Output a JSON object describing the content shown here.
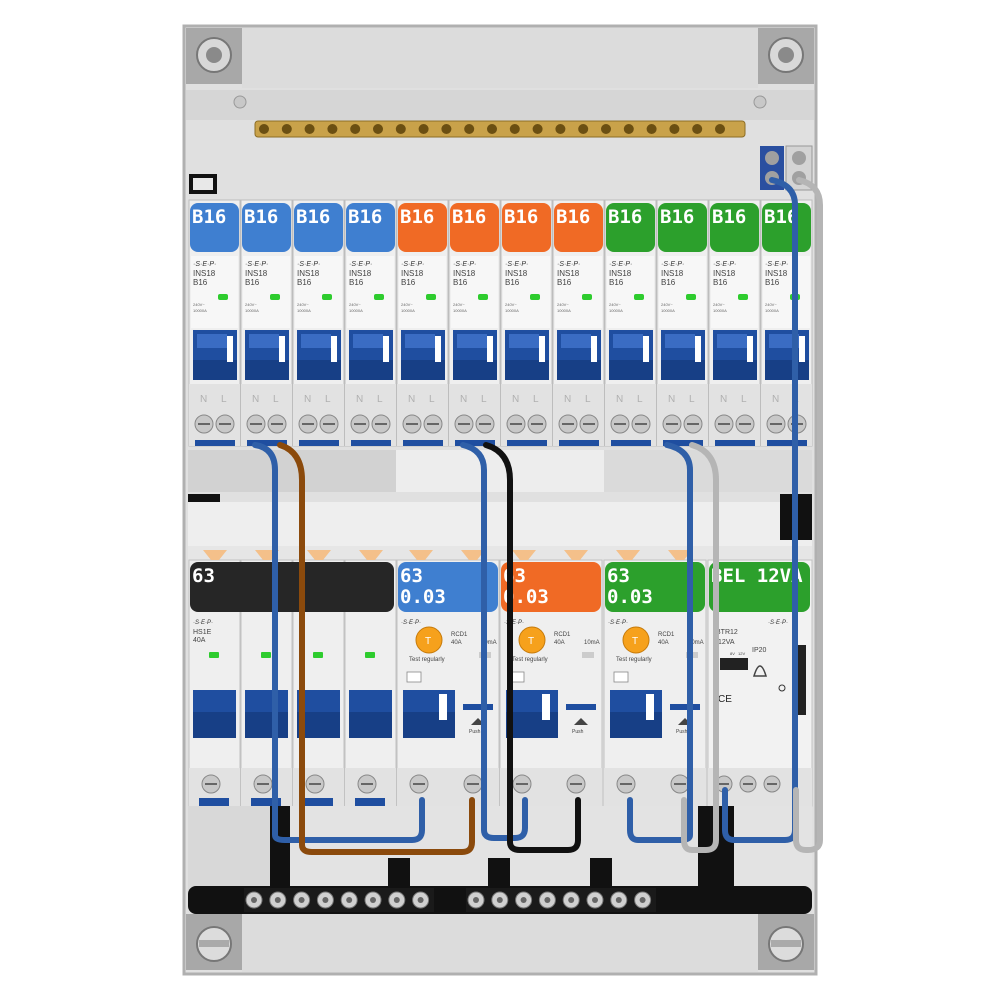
{
  "colors": {
    "blue": "#3f7fd0",
    "orange": "#f06a25",
    "green": "#2ca02c",
    "black": "#262626",
    "brass": "#c9a24a",
    "wire_blue": "#2f5fa8",
    "wire_brown": "#8b4a0c",
    "wire_black": "#111111",
    "wire_gray": "#b5b5b5"
  },
  "top_row": {
    "breakers": [
      {
        "label": "B16",
        "color": "blue"
      },
      {
        "label": "B16",
        "color": "blue"
      },
      {
        "label": "B16",
        "color": "blue"
      },
      {
        "label": "B16",
        "color": "blue"
      },
      {
        "label": "B16",
        "color": "orange"
      },
      {
        "label": "B16",
        "color": "orange"
      },
      {
        "label": "B16",
        "color": "orange"
      },
      {
        "label": "B16",
        "color": "orange"
      },
      {
        "label": "B16",
        "color": "green"
      },
      {
        "label": "B16",
        "color": "green"
      },
      {
        "label": "B16",
        "color": "green"
      },
      {
        "label": "B16",
        "color": "green"
      }
    ],
    "brand": "·S·E·P·",
    "model": "INS18",
    "rating": "B16",
    "spec_1": "240V~",
    "spec_2": "10000A",
    "terminal_n": "N",
    "terminal_l": "L"
  },
  "bottom_row": {
    "labels": [
      {
        "line1": "63",
        "line2": "",
        "color": "black"
      },
      {
        "line1": "63",
        "line2": "0.03",
        "color": "blue"
      },
      {
        "line1": "63",
        "line2": "0.03",
        "color": "orange"
      },
      {
        "line1": "63",
        "line2": "0.03",
        "color": "green"
      },
      {
        "line1": "BEL 12VA",
        "line2": "",
        "color": "green"
      }
    ],
    "switch": {
      "model": "HS1E",
      "rating": "40A",
      "brand": "·S·E·P·"
    },
    "rcd": {
      "model": "RCD1",
      "rating": "40A",
      "sensitivity": "10mA",
      "test_text": "Test regularly",
      "button": "T",
      "pushbar": "Push"
    },
    "bell": {
      "model": "BTR12",
      "rating": "12VA",
      "ip": "IP20",
      "volt_1": "8V",
      "volt_2": "12V",
      "ce": "CE",
      "brand": "·S·E·P·"
    }
  }
}
